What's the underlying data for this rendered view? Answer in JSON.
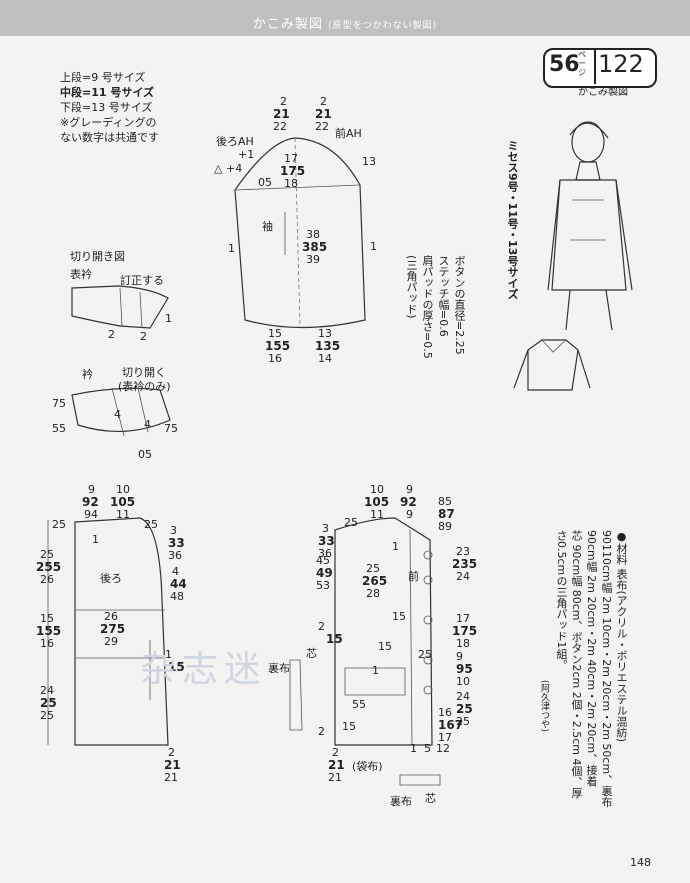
{
  "header": {
    "title": "かこみ製図",
    "subtitle": "(原型をつかわない製図)"
  },
  "badge": {
    "number": "56",
    "page_label": "ページ",
    "design_no": "122",
    "caption": "かこみ製図"
  },
  "legend": [
    {
      "text": "上段=9 号サイズ",
      "bold": false
    },
    {
      "text": "中段=11 号サイズ",
      "bold": true
    },
    {
      "text": "下段=13 号サイズ",
      "bold": false
    },
    {
      "text": "※グレーディングの",
      "bold": false
    },
    {
      "text": "ない数字は共通です",
      "bold": false
    }
  ],
  "size_title": "ミセス9号・11号・13号サイズ",
  "notes": {
    "button": "ボタンの直径=2.25",
    "stitch": "ステッチ幅=0.6",
    "pad": "肩パッドの厚さ=0.5",
    "pad2": "(三角パッド)"
  },
  "materials": {
    "line1": "●材料 表布(アクリル・ポリエステル混紡)",
    "line2": "90110cm幅 2m 10cm・2m 20cm・2m 50cm、裏布",
    "line3": "90cm幅 2m 20cm・2m 40cm・2m 20cm、接着",
    "line4": "芯 90cm幅 80cm、ボタン2cm 2個・2.5cm 4個、厚",
    "line5": "さ0.5cmの三角パッド1組。",
    "credit": "(阿久津つや)"
  },
  "labels": {
    "sleeve": "袖",
    "back_ah": "後ろAH",
    "front_ah": "前AH",
    "slash_title": "切り開き図",
    "omote_eri": "表衿",
    "correct": "訂正する",
    "collar": "衿",
    "open": "切り開く",
    "open_sub": "(表衿のみ)",
    "back": "後ろ",
    "front": "前",
    "lining": "裏布",
    "pocket_bag": "(袋布)",
    "core": "芯",
    "core2": "芯",
    "lining2": "裏布"
  },
  "sleeve_nums": {
    "top_left": [
      "2",
      "21",
      "22"
    ],
    "top_right": [
      "2",
      "21",
      "22"
    ],
    "plus1": "+1",
    "plus4": "+4",
    "tri": "△",
    "n05": "05",
    "cap": [
      "17",
      "175",
      "18"
    ],
    "n13": "13",
    "side1": "1",
    "side1r": "1",
    "len": [
      "38",
      "385",
      "39"
    ],
    "bl": [
      "15",
      "155",
      "16"
    ],
    "br": [
      "13",
      "135",
      "14"
    ]
  },
  "collar_nums": {
    "n1": "1",
    "n2": "2",
    "n2b": "2",
    "n75": "75",
    "n55": "55",
    "n4": "4",
    "n4b": "4",
    "n75b": "75",
    "n05": "05"
  },
  "back_nums": {
    "top": [
      "9",
      "92",
      "94"
    ],
    "top2": [
      "10",
      "105",
      "11"
    ],
    "n25": "25",
    "n25r": "25",
    "left1": [
      "25",
      "255",
      "26"
    ],
    "arm": [
      "3",
      "33",
      "36"
    ],
    "arm2": [
      "4",
      "44",
      "48"
    ],
    "n1": "1",
    "mid": [
      "26",
      "275",
      "29"
    ],
    "left2": [
      "15",
      "155",
      "16"
    ],
    "n15": "15",
    "n1b": "1",
    "left3": [
      "24",
      "25",
      "25"
    ],
    "bottom": [
      "2",
      "21",
      "21"
    ]
  },
  "front_nums": {
    "top": [
      "10",
      "105",
      "11"
    ],
    "top2": [
      "9",
      "92",
      "9"
    ],
    "r1": [
      "85",
      "87",
      "89"
    ],
    "l1": [
      "3",
      "33",
      "36"
    ],
    "n25": "25",
    "l2": [
      "45",
      "49",
      "53"
    ],
    "c1": [
      "25",
      "265",
      "28"
    ],
    "r2": [
      "23",
      "235",
      "24"
    ],
    "n1": "1",
    "n15": "15",
    "r3": [
      "17",
      "175",
      "18"
    ],
    "n2": "2",
    "n15b": "15",
    "n25b": "25",
    "n15c": "15",
    "n1b": "1",
    "n9": [
      "9",
      "95",
      "10"
    ],
    "n55": "55",
    "r4": [
      "24",
      "25",
      "25"
    ],
    "r5": [
      "16",
      "167",
      "17"
    ],
    "n15d": "15",
    "n2b": "2",
    "bottom": [
      "2",
      "21",
      "21"
    ],
    "n5": "5",
    "n12": "12",
    "n1c": "1"
  },
  "watermark": "杂志迷",
  "page_number": "148"
}
